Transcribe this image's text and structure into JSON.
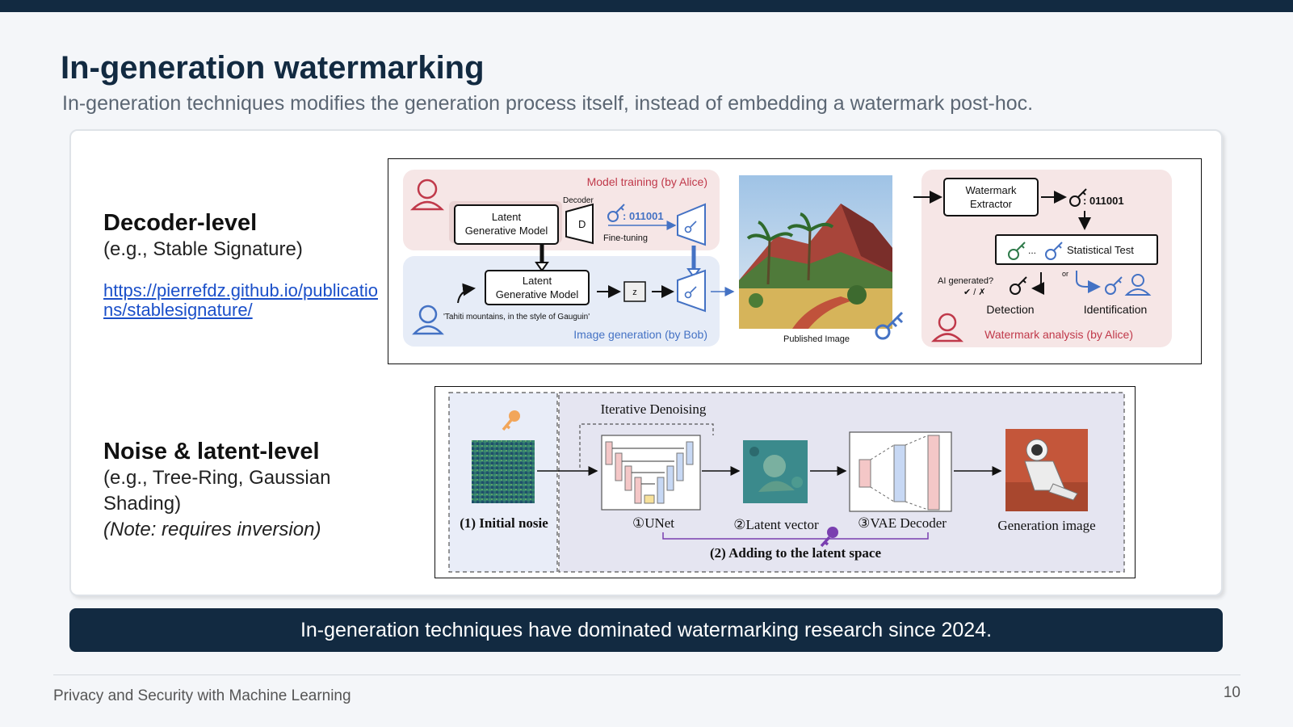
{
  "slide": {
    "title": "In-generation watermarking",
    "subtitle": "In-generation techniques modifies the generation process itself, instead of embedding a watermark post-hoc.",
    "banner": "In-generation techniques have dominated watermarking research since 2024.",
    "footer": "Privacy and Security with Machine Learning",
    "page_number": "10"
  },
  "sections": {
    "decoder": {
      "heading": "Decoder-level",
      "example": "(e.g., Stable Signature)",
      "link": "https://pierrefdz.github.io/publications/stablesignature/"
    },
    "noise": {
      "heading": "Noise & latent-level",
      "example_line1": "(e.g., Tree-Ring, Gaussian",
      "example_line2": "Shading)",
      "note": "(Note: requires inversion)"
    }
  },
  "figure1": {
    "model_training": "Model training (by Alice)",
    "decoder_label": "Decoder",
    "latent_model_1": "Latent",
    "latent_model_2": "Generative Model",
    "d_label": "D",
    "bits": ": 011001",
    "fine_tuning": "Fine-tuning",
    "z_label": "z",
    "prompt": "'Tahiti mountains, in the style of Gauguin'",
    "image_generation": "Image generation (by Bob)",
    "published_image": "Published Image",
    "extractor_1": "Watermark",
    "extractor_2": "Extractor",
    "extracted_bits": ": 011001",
    "dots": "...",
    "statistical_test": "Statistical Test",
    "ai_generated": "AI generated?",
    "check_cross": "✔ / ✗",
    "or_label": "or",
    "detection": "Detection",
    "identification": "Identification",
    "watermark_analysis": "Watermark analysis (by Alice)"
  },
  "figure2": {
    "iterative_denoising": "Iterative Denoising",
    "initial_noise": "(1) Initial nosie",
    "unet": "①UNet",
    "latent_vector": "②Latent vector",
    "vae_decoder": "③VAE Decoder",
    "generation_image": "Generation image",
    "adding_latent": "(2) Adding to the latent space"
  },
  "colors": {
    "navy": "#122a41",
    "training_bg": "#f6e6e6",
    "generation_bg": "#e6ecf7",
    "analysis_bg": "#f6e6e6",
    "alice_red": "#c0394a",
    "bob_blue": "#4472c4",
    "link_blue": "#1a4fc9",
    "latent_bg": "#e5e5f1",
    "noise_bg": "#e9edf8",
    "purple": "#7a3fb0"
  }
}
